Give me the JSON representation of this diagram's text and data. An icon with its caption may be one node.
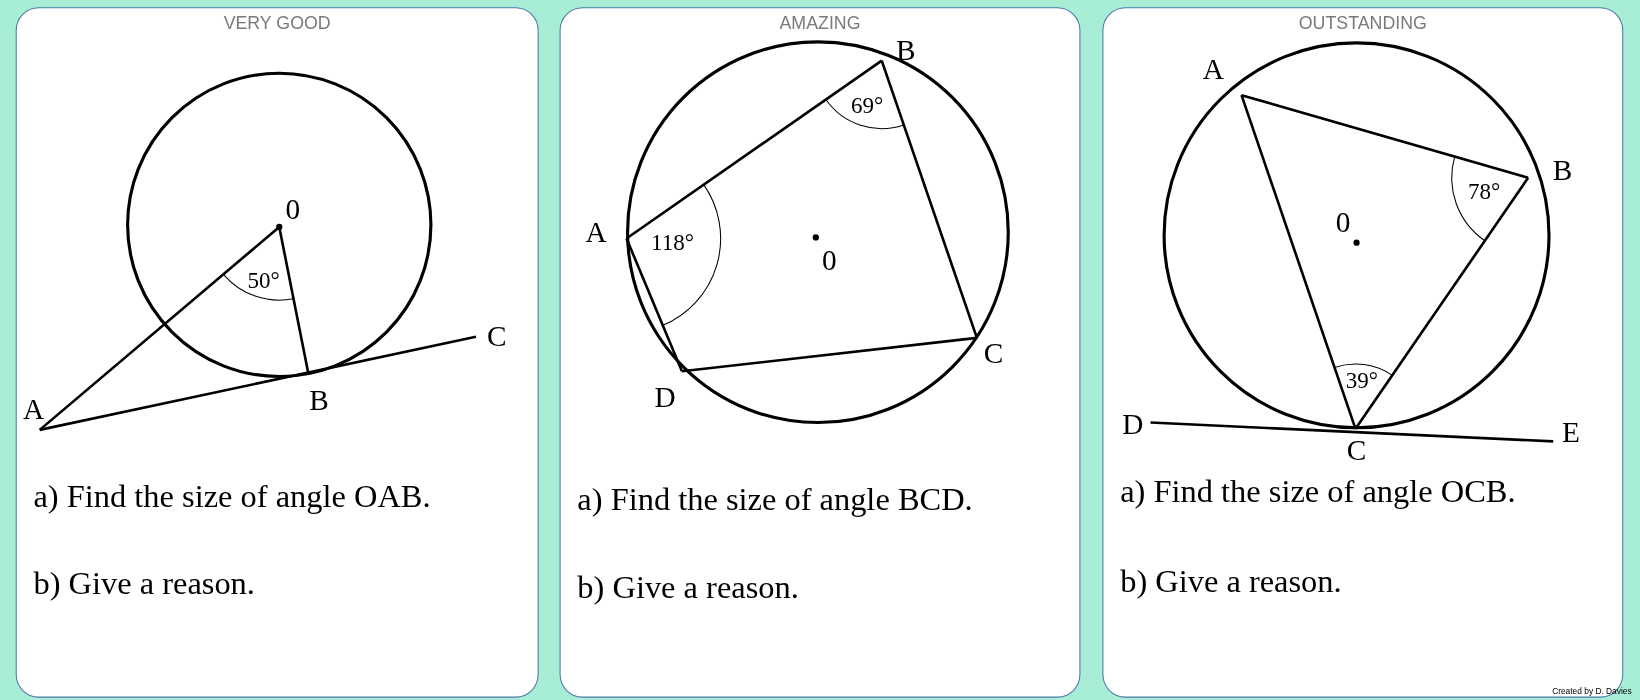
{
  "diagram": {
    "nodes": [
      {
        "text": [
          "VERY GOOD",
          "a) Find the size of angle OAB.",
          "b) Give a reason."
        ]
      },
      {
        "text": [
          "AMAZING",
          "a) Find the size of angle BCD.",
          "b) Give a reason."
        ]
      },
      {
        "text": [
          "OUTSTANDING",
          "a) Find the size of angle OCB.",
          "b) Give a reason."
        ]
      }
    ],
    "edges": [],
    "labels": [
      "0",
      "50°",
      "A",
      "B",
      "C",
      "B",
      "69°",
      "A",
      "118°",
      "0",
      "C",
      "D",
      "A",
      "B",
      "78°",
      "0",
      "39°",
      "D",
      "E",
      "C",
      "Created by D. Davies"
    ]
  }
}
